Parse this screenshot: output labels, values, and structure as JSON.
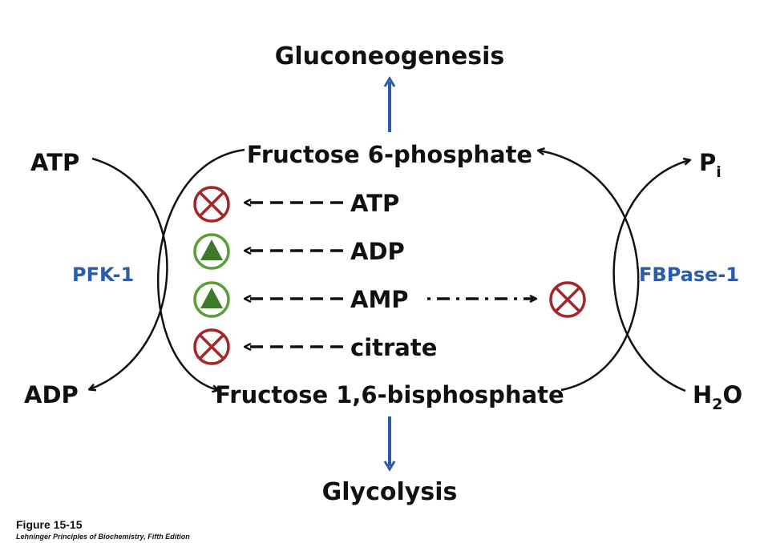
{
  "labels": {
    "gluconeogenesis": "Gluconeogenesis",
    "glycolysis": "Glycolysis",
    "f6p": "Fructose 6-phosphate",
    "f16bp": "Fructose 1,6-bisphosphate",
    "atp_left": "ATP",
    "adp_left": "ADP",
    "pi_main": "P",
    "pi_sub": "i",
    "h2o_h": "H",
    "h2o_2": "2",
    "h2o_o": "O",
    "pfk": "PFK-1",
    "fbpase": "FBPase-1"
  },
  "regulators": [
    {
      "label": "ATP",
      "effect": "inhibit"
    },
    {
      "label": "ADP",
      "effect": "activate"
    },
    {
      "label": "AMP",
      "effect": "activate"
    },
    {
      "label": "citrate",
      "effect": "inhibit"
    }
  ],
  "caption": {
    "title": "Figure 15-15",
    "source": "Lehninger Principles of Biochemistry, Fifth Edition"
  },
  "colors": {
    "inhibit": "#a3262a",
    "activate": "#5a9e3a",
    "activate_fill": "#3c7a2a",
    "enzyme": "#2a5ca8",
    "arrow_blue": "#2a5ca8"
  }
}
